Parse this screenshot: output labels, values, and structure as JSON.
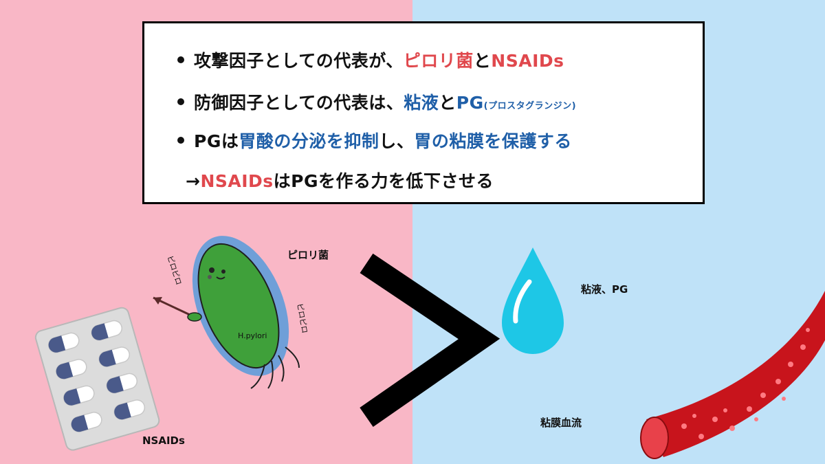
{
  "points": {
    "p1": {
      "text": "攻撃因子としての代表が、",
      "hl1": "ピロリ菌",
      "mid": "と",
      "hl2": "NSAIDs"
    },
    "p2": {
      "text": "防御因子としての代表は、",
      "hl1": "粘液",
      "mid": "と",
      "hl2": "PG",
      "note": "(プロスタグランジン)"
    },
    "p3": {
      "pg": "PG",
      "wa": "は",
      "hl1": "胃酸の分泌を抑制",
      "mid": "し、",
      "hl2": "胃の粘膜を保護する"
    },
    "p4": {
      "arrow": "→",
      "hl": "NSAIDs",
      "rest": "はPGを作る力を低下させる"
    }
  },
  "labels": {
    "pylori": "ピロリ菌",
    "pylori_body": "H.pylori",
    "piro_left": "ピロピロ",
    "piro_right": "ピロピロ",
    "nsaids": "NSAIDs",
    "mucus_pg": "粘液、PG",
    "blood_flow": "粘膜血流"
  },
  "colors": {
    "left_bg": "#f9b7c6",
    "right_bg": "#bfe2f8",
    "red": "#e0484d",
    "blue": "#1f5fa8"
  },
  "icons": [
    "bacteria-icon",
    "pill-pack-icon",
    "greater-than-icon",
    "water-drop-icon",
    "blood-vessel-icon"
  ]
}
